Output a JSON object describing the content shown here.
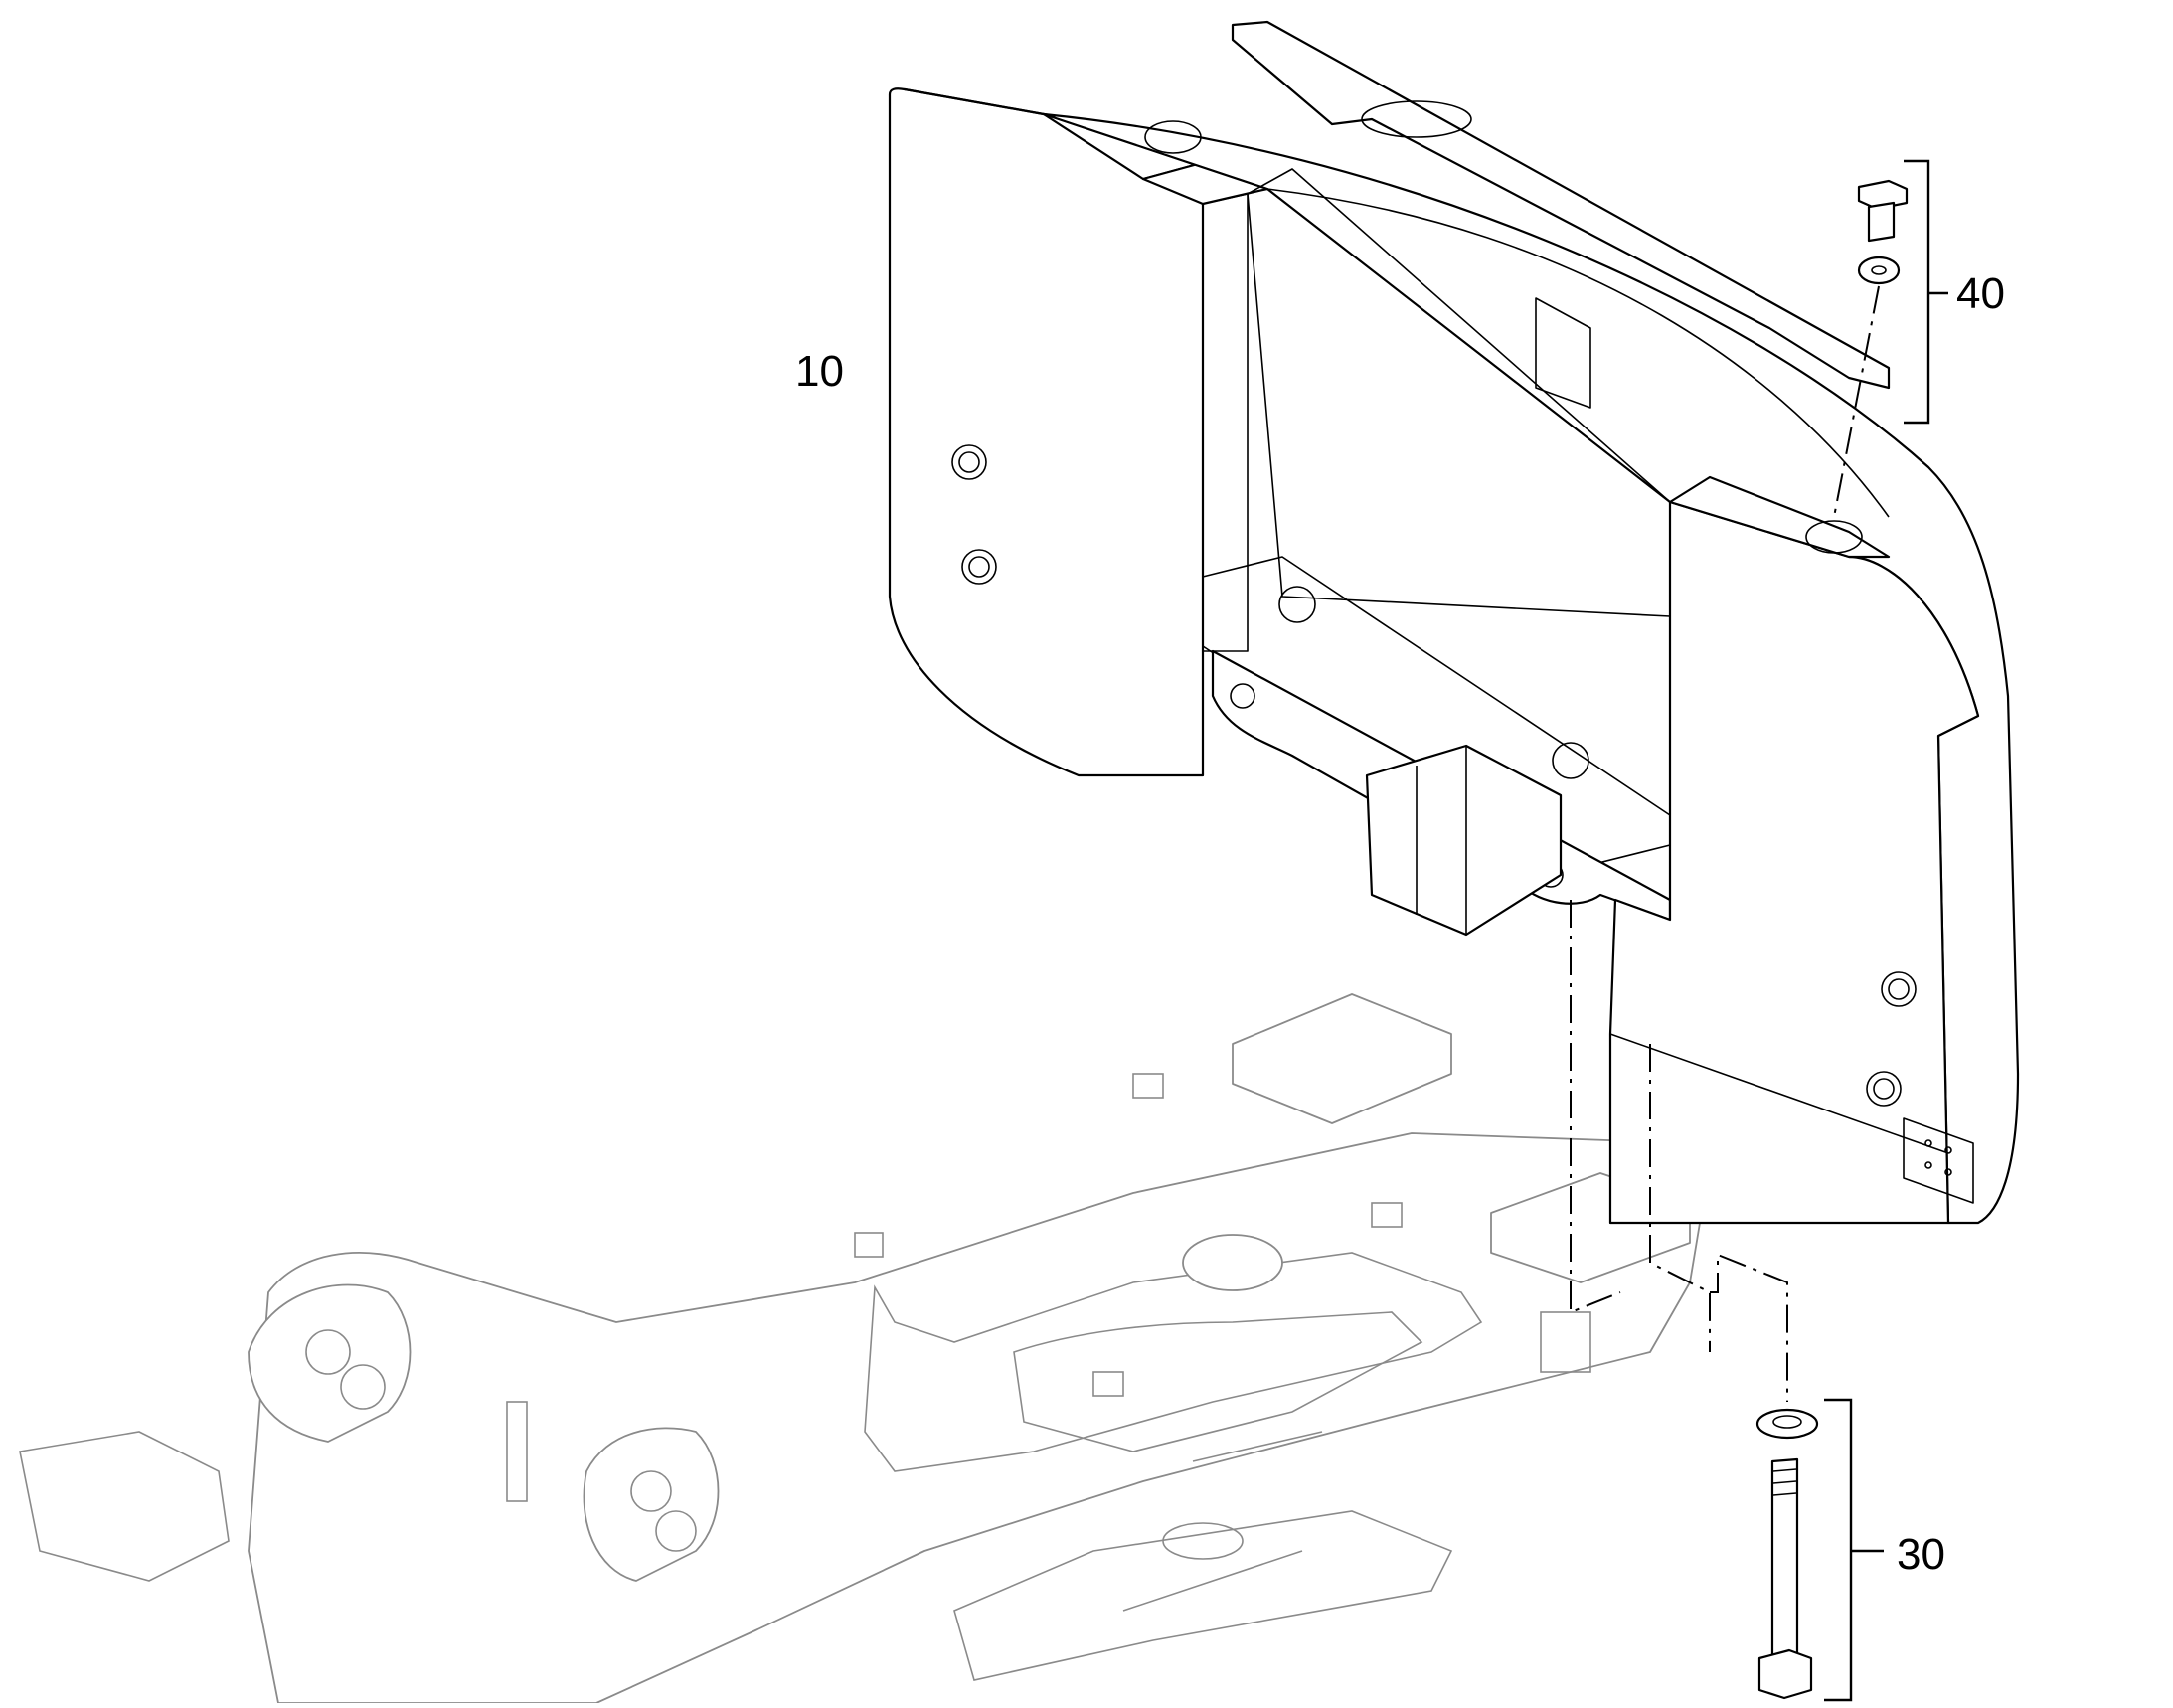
{
  "callouts": {
    "counterweight": "10",
    "bolt_washer_kit": "40",
    "long_bolt_kit": "30"
  },
  "colors": {
    "line": "#000000",
    "frame_line": "#8a8a8a",
    "background": "#ffffff"
  }
}
